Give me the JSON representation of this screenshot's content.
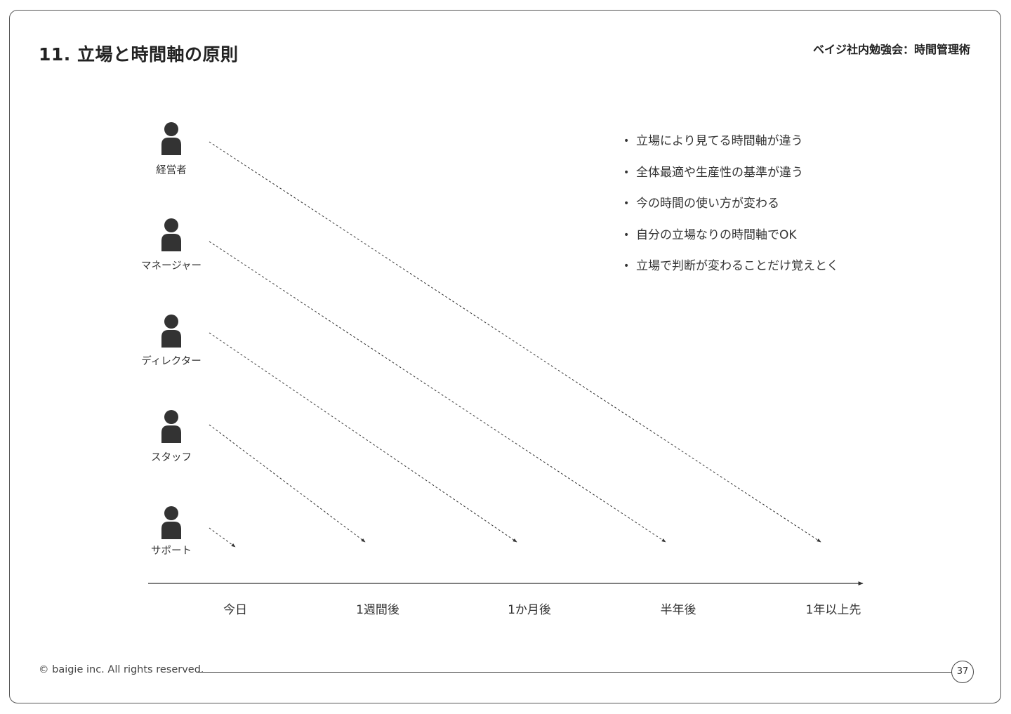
{
  "header": {
    "title": "11. 立場と時間軸の原則",
    "series": "ベイジ社内勉強会：時間管理術"
  },
  "roles": [
    {
      "label": "経営者",
      "icon": "person-icon",
      "horizon": "1年以上先"
    },
    {
      "label": "マネージャー",
      "icon": "person-icon",
      "horizon": "半年後"
    },
    {
      "label": "ディレクター",
      "icon": "person-icon",
      "horizon": "1か月後"
    },
    {
      "label": "スタッフ",
      "icon": "person-icon",
      "horizon": "1週間後"
    },
    {
      "label": "サポート",
      "icon": "person-icon",
      "horizon": "今日"
    }
  ],
  "timeline": {
    "labels": [
      "今日",
      "1週間後",
      "1か月後",
      "半年後",
      "1年以上先"
    ]
  },
  "bullets": [
    "立場により見てる時間軸が違う",
    "全体最適や生産性の基準が違う",
    "今の時間の使い方が変わる",
    "自分の立場なりの時間軸でOK",
    "立場で判断が変わることだけ覚えとく"
  ],
  "footer": {
    "copyright": "© baigie inc. All rights reserved.",
    "page": "37"
  },
  "colors": {
    "ink": "#333333",
    "icon": "#333333",
    "border": "#555555"
  }
}
